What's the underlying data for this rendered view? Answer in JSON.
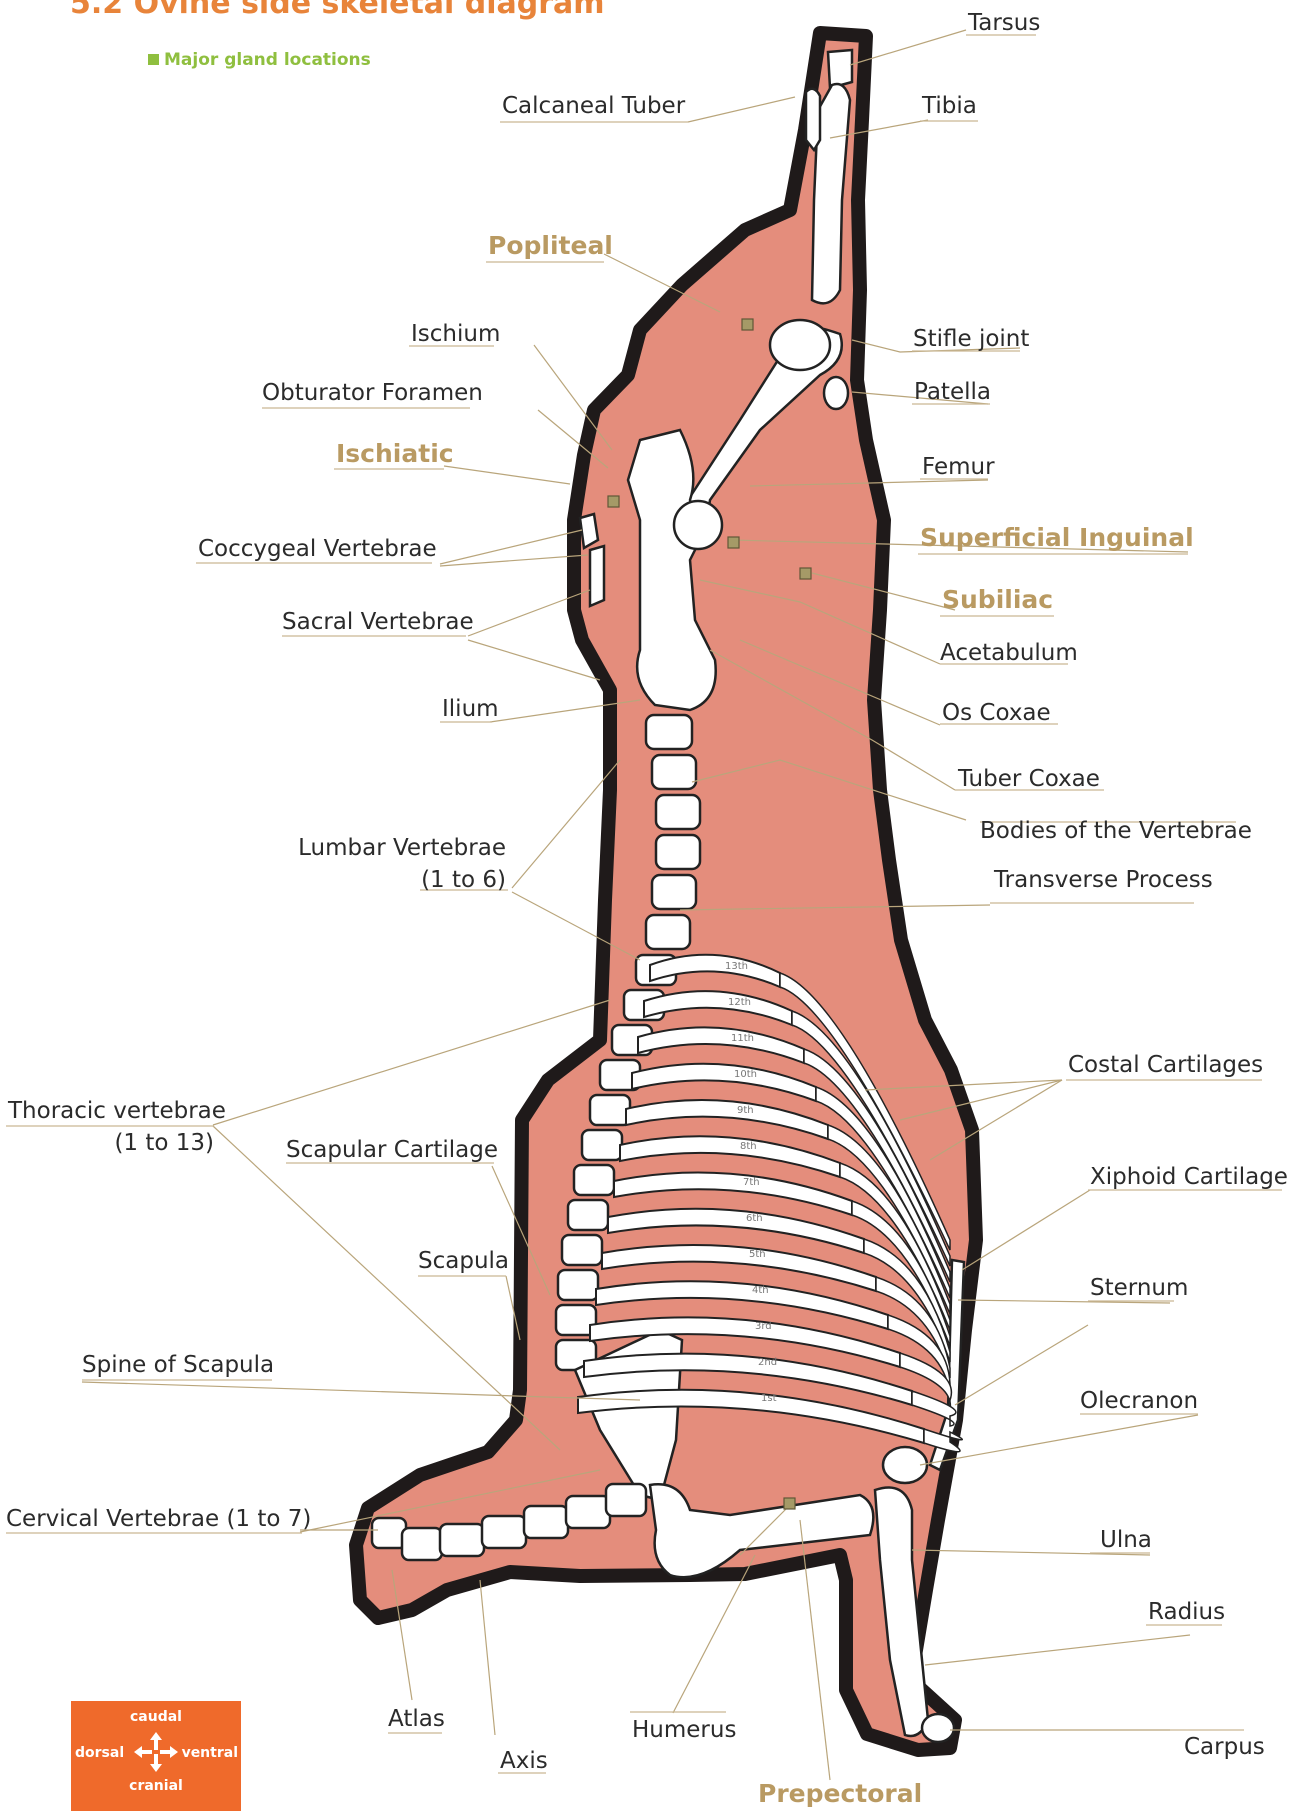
{
  "header": {
    "title": "5.2 Ovine side skeletal diagram",
    "legend_label": "Major gland locations"
  },
  "colors": {
    "carcass": "#e48d7c",
    "outline": "#1f1a1a",
    "gland_marker": "#a59a67",
    "gland_label": "#b99a62",
    "title": "#e8843a",
    "legend": "#8fbf3f",
    "compass_bg": "#ef6a2b"
  },
  "labels": [
    {
      "id": "tarsus",
      "text": "Tarsus"
    },
    {
      "id": "calcaneal-tuber",
      "text": "Calcaneal Tuber"
    },
    {
      "id": "tibia",
      "text": "Tibia"
    },
    {
      "id": "stifle-joint",
      "text": "Stifle joint"
    },
    {
      "id": "ischium",
      "text": "Ischium"
    },
    {
      "id": "obturator-foramen",
      "text": "Obturator Foramen"
    },
    {
      "id": "patella",
      "text": "Patella"
    },
    {
      "id": "femur",
      "text": "Femur"
    },
    {
      "id": "coccygeal-vertebrae",
      "text": "Coccygeal Vertebrae"
    },
    {
      "id": "sacral-vertebrae",
      "text": "Sacral Vertebrae"
    },
    {
      "id": "acetabulum",
      "text": "Acetabulum"
    },
    {
      "id": "ilium",
      "text": "Ilium"
    },
    {
      "id": "os-coxae",
      "text": "Os Coxae"
    },
    {
      "id": "tuber-coxae",
      "text": "Tuber Coxae"
    },
    {
      "id": "bodies-of-vertebrae",
      "text": "Bodies of the Vertebrae"
    },
    {
      "id": "lumbar-vertebrae",
      "text": "Lumbar Vertebrae"
    },
    {
      "id": "lumbar-range",
      "text": "(1 to 6)"
    },
    {
      "id": "transverse-process",
      "text": "Transverse Process"
    },
    {
      "id": "costal-cartilages",
      "text": "Costal Cartilages"
    },
    {
      "id": "thoracic-vertebrae",
      "text": "Thoracic vertebrae"
    },
    {
      "id": "thoracic-range",
      "text": "(1 to 13)"
    },
    {
      "id": "scapular-cartilage",
      "text": "Scapular Cartilage"
    },
    {
      "id": "xiphoid-cartilage",
      "text": "Xiphoid Cartilage"
    },
    {
      "id": "scapula",
      "text": "Scapula"
    },
    {
      "id": "sternum",
      "text": "Sternum"
    },
    {
      "id": "spine-of-scapula",
      "text": "Spine of Scapula"
    },
    {
      "id": "olecranon",
      "text": "Olecranon"
    },
    {
      "id": "cervical-vertebrae",
      "text": "Cervical Vertebrae (1 to 7)"
    },
    {
      "id": "ulna",
      "text": "Ulna"
    },
    {
      "id": "radius",
      "text": "Radius"
    },
    {
      "id": "atlas",
      "text": "Atlas"
    },
    {
      "id": "humerus",
      "text": "Humerus"
    },
    {
      "id": "carpus",
      "text": "Carpus"
    },
    {
      "id": "axis",
      "text": "Axis"
    }
  ],
  "glands": [
    {
      "id": "popliteal",
      "text": "Popliteal"
    },
    {
      "id": "ischiatic",
      "text": "Ischiatic"
    },
    {
      "id": "superficial-inguinal",
      "text": "Superficial Inguinal"
    },
    {
      "id": "subiliac",
      "text": "Subiliac"
    },
    {
      "id": "prepectoral",
      "text": "Prepectoral"
    }
  ],
  "ribs": [
    "13th",
    "12th",
    "11th",
    "10th",
    "9th",
    "8th",
    "7th",
    "6th",
    "5th",
    "4th",
    "3rd",
    "2nd",
    "1st"
  ],
  "compass": {
    "top": "caudal",
    "left": "dorsal",
    "right": "ventral",
    "bottom": "cranial"
  }
}
